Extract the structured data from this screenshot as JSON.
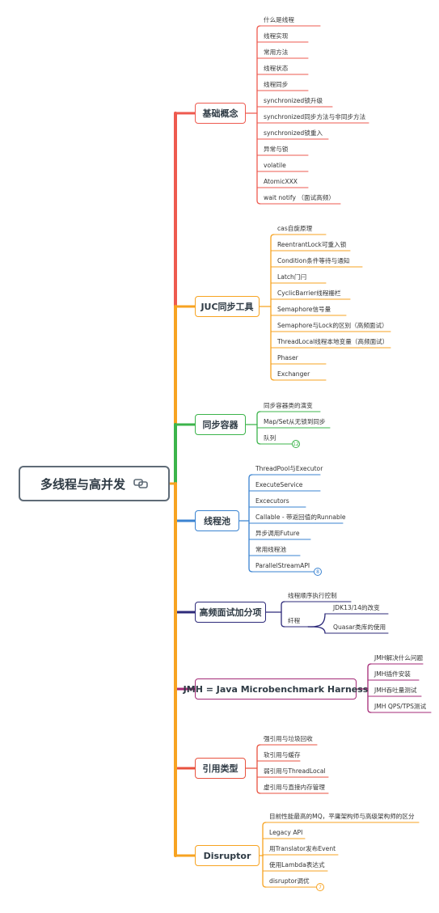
{
  "root": {
    "title": "多线程与高并发",
    "icon": "link-icon"
  },
  "colors": {
    "basics": "#ee5a4f",
    "juc": "#f7a321",
    "containers": "#3cb44b",
    "pool": "#3a83d1",
    "faq": "#2d2a7a",
    "jmh": "#a42a77",
    "refs": "#e8523f",
    "disruptor": "#f7a321",
    "spine_main": "#f7a321"
  },
  "branches": [
    {
      "key": "basics",
      "label": "基础概念",
      "items": [
        "什么是线程",
        "线程实现",
        "常用方法",
        "线程状态",
        "线程同步",
        "synchronized锁升级",
        "synchronized同步方法与非同步方法",
        "synchronized锁重入",
        "异常与锁",
        "volatile",
        "AtomicXXX",
        "wait notify （面试高频）"
      ]
    },
    {
      "key": "juc",
      "label": "JUC同步工具",
      "items": [
        "cas自旋原理",
        "ReentrantLock可重入锁",
        "Condition条件等待与通知",
        "Latch门闩",
        "CyclicBarrier线程栅栏",
        "Semaphore信号量",
        "Semaphore与Lock的区别（高频面试）",
        "ThreadLocal线程本地变量（高频面试）",
        "Phaser",
        "Exchanger"
      ]
    },
    {
      "key": "containers",
      "label": "同步容器",
      "items": [
        "同步容器类的演变",
        "Map/Set从无锁到同步",
        "队列"
      ],
      "badge": "12"
    },
    {
      "key": "pool",
      "label": "线程池",
      "items": [
        "ThreadPool与Executor",
        "ExecuteService",
        "Excecutors",
        "Callable - 带返回值的Runnable",
        "异步调用Future",
        "常用线程池",
        "ParallelStreamAPI"
      ],
      "badge": "8"
    },
    {
      "key": "faq",
      "label": "高频面试加分项",
      "items": [
        "线程顺序执行控制",
        "纤程"
      ],
      "sub": [
        "JDK13/14的改变",
        "Quasar类库的使用"
      ]
    },
    {
      "key": "jmh",
      "label": "JMH = Java Microbenchmark Harness",
      "items": [
        "JMH解决什么问题",
        "JMH插件安装",
        "JMH吞吐量测试",
        "JMH QPS/TPS测试"
      ]
    },
    {
      "key": "refs",
      "label": "引用类型",
      "items": [
        "强引用与垃圾回收",
        "软引用与缓存",
        "弱引用与ThreadLocal",
        "虚引用与直接内存管理"
      ]
    },
    {
      "key": "disruptor",
      "label": "Disruptor",
      "items": [
        "目前性能最高的MQ，平庸架构师与高级架构师的区分",
        "Legacy API",
        "用Translator发布Event",
        "使用Lambda表达式",
        "disruptor调优"
      ],
      "badge": "7"
    }
  ]
}
